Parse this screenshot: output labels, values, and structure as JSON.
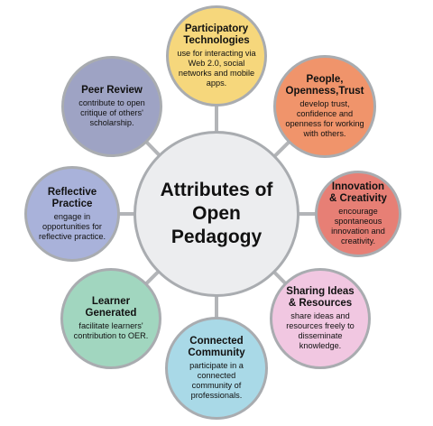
{
  "center": {
    "title": "Attributes of\nOpen\nPedagogy"
  },
  "line_color": "#b3b5b8",
  "nodes": [
    {
      "title": "Participatory\nTechnologies",
      "desc": "use for interacting via\nWeb 2.0, social\nnetworks and mobile\napps.",
      "color": "#f6d77c"
    },
    {
      "title": "People,\nOpenness,Trust",
      "desc": "develop trust,\nconfidence and\nopenness for working\nwith others.",
      "color": "#f0946b"
    },
    {
      "title": "Innovation\n& Creativity",
      "desc": "encourage\nspontaneous\ninnovation and\ncreativity.",
      "color": "#e77f75"
    },
    {
      "title": "Sharing Ideas\n& Resources",
      "desc": "share ideas and\nresources freely to\ndisseminate\nknowledge.",
      "color": "#f1c7e1"
    },
    {
      "title": "Connected\nCommunity",
      "desc": "participate in a\nconnected\ncommunity of\nprofessionals.",
      "color": "#a9d9e7"
    },
    {
      "title": "Learner\nGenerated",
      "desc": "facilitate learners'\ncontribution to OER.",
      "color": "#a1d6bf"
    },
    {
      "title": "Reflective\nPractice",
      "desc": "engage in\nopportunities for\nreflective practice.",
      "color": "#a9b2da"
    },
    {
      "title": "Peer Review",
      "desc": "contribute to open\ncritique of others'\nscholarship.",
      "color": "#9ea3c4"
    }
  ]
}
